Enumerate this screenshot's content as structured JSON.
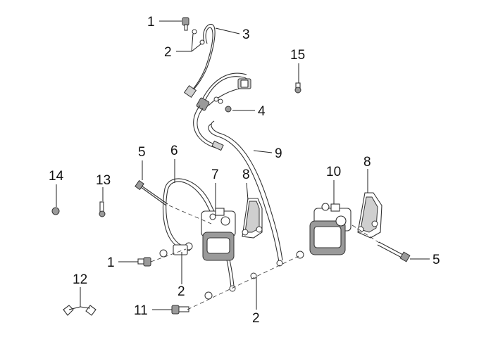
{
  "diagram": {
    "callouts": [
      "1",
      "2",
      "3",
      "15",
      "4",
      "9",
      "5",
      "6",
      "7",
      "8",
      "10",
      "8",
      "14",
      "13",
      "1",
      "5",
      "2",
      "12",
      "11",
      "2"
    ]
  }
}
